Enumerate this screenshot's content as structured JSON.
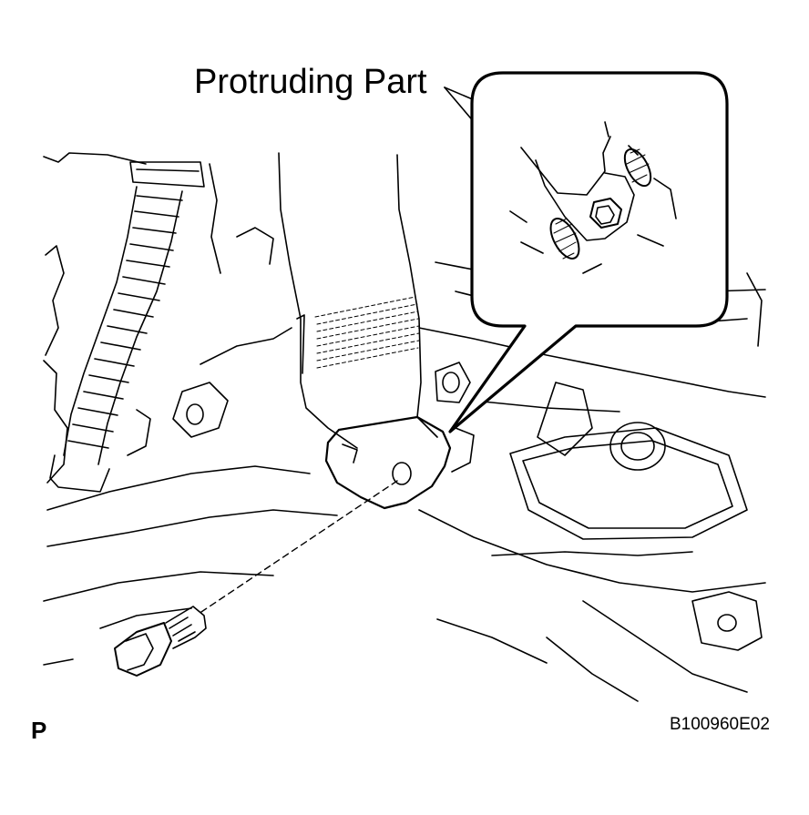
{
  "callout": {
    "label": "Protruding Part"
  },
  "view_marker": "P",
  "figure_id": "B100960E02",
  "icons": [
    "seat-belt-anchor",
    "bolt",
    "detail-callout-bubble"
  ],
  "colors": {
    "line": "#000000",
    "background": "#ffffff"
  }
}
